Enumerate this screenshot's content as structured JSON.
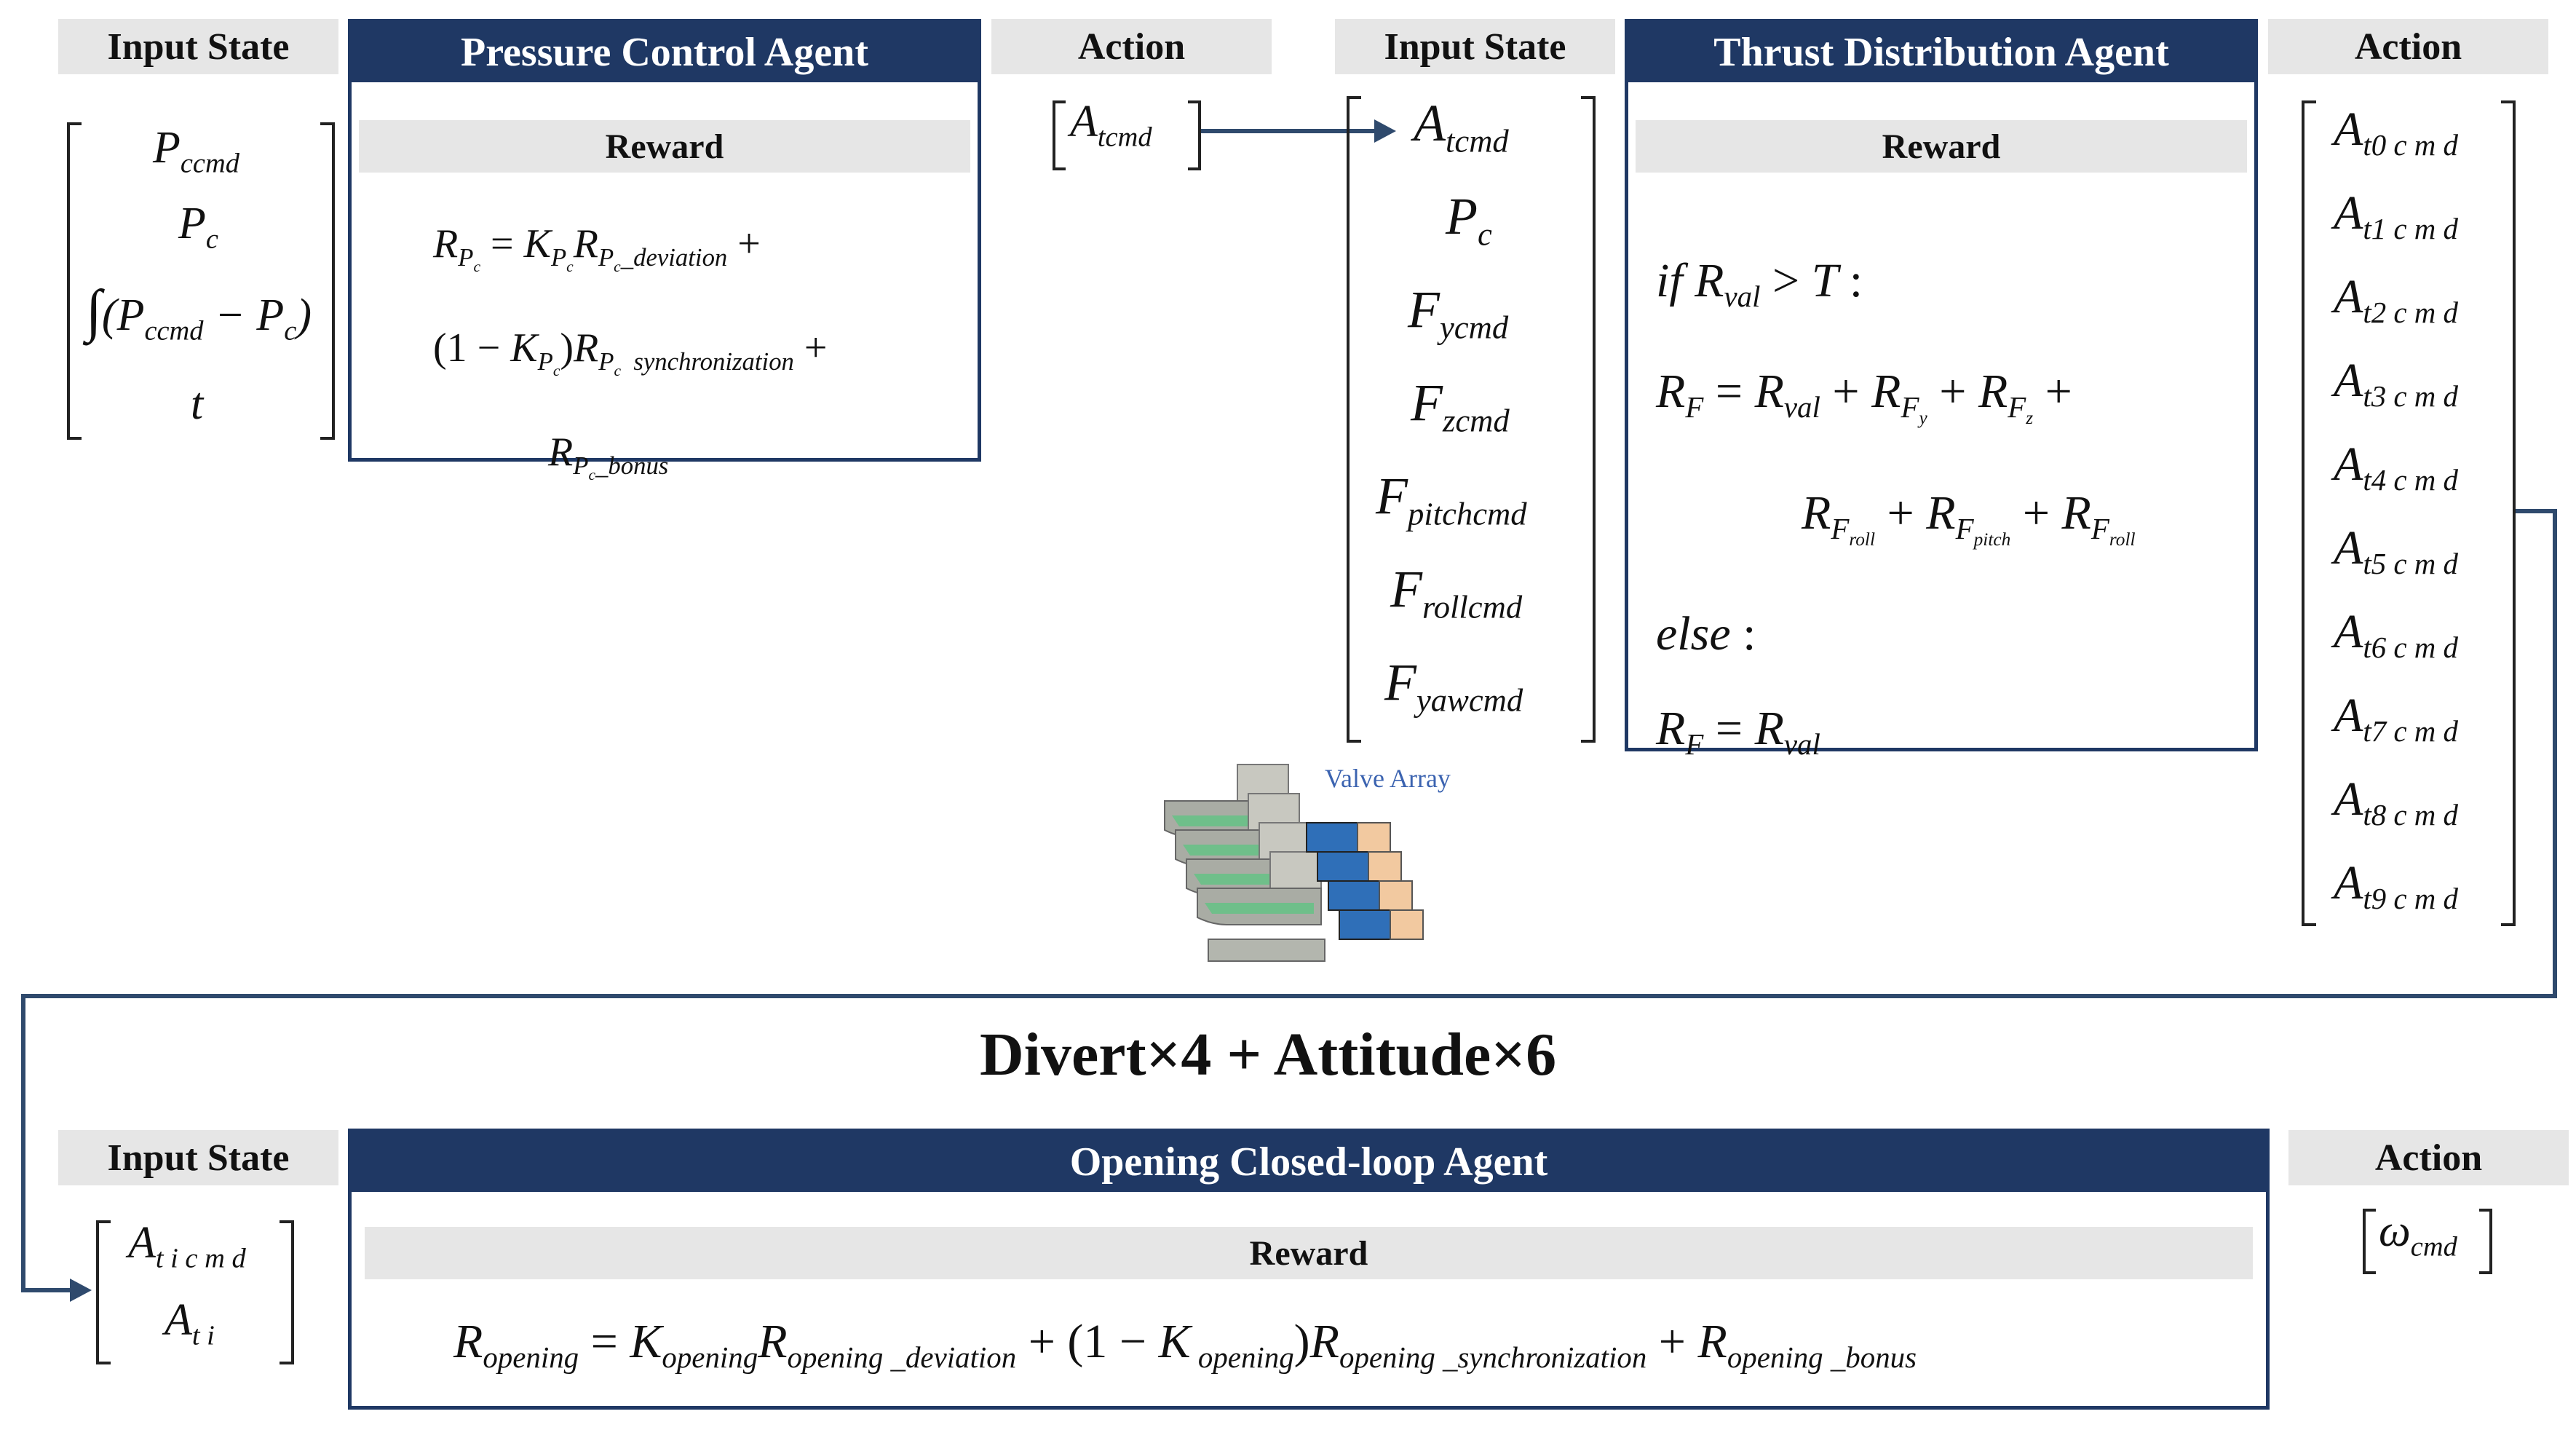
{
  "labels": {
    "input_state": "Input  State",
    "action": "Action",
    "reward": "Reward"
  },
  "pressure_agent": {
    "title": "Pressure Control Agent",
    "inputs": [
      "P_ccmd",
      "P_c",
      "∫(P_ccmd − P_c)",
      "t"
    ],
    "reward_lines": [
      "R_Pc = K_Pc R_Pc_deviation +",
      "(1 − K_Pc) R_Pc_synchronization +",
      "R_Pc_bonus"
    ],
    "action": "A_tcmd"
  },
  "thrust_agent": {
    "title": "Thrust Distribution Agent",
    "inputs": [
      "A_tcmd",
      "P_c",
      "F_ycmd",
      "F_zcmd",
      "F_pitchcmd",
      "F_rollcmd",
      "F_yawcmd"
    ],
    "reward_lines": [
      "if R_val > T :",
      "R_F = R_val + R_Fy + R_Fz +",
      "R_Froll + R_Fpitch + R_Froll",
      "else :",
      "R_F = R_val"
    ],
    "actions": [
      "A_t0cmd",
      "A_t1cmd",
      "A_t2cmd",
      "A_t3cmd",
      "A_t4cmd",
      "A_t5cmd",
      "A_t6cmd",
      "A_t7cmd",
      "A_t8cmd",
      "A_t9cmd"
    ]
  },
  "valve_array": {
    "caption": "Valve Array"
  },
  "divert_attitude": "Divert×4 + Attitude×6",
  "opening_agent": {
    "title": "Opening Closed-loop Agent",
    "inputs": [
      "A_ticmd",
      "A_ti"
    ],
    "reward": "R_opening = K_opening R_opening_deviation + (1 − K_opening) R_opening_synchronization + R_opening_bonus",
    "action": "ω_cmd"
  },
  "colors": {
    "header_navy": "#1f3864",
    "label_gray": "#e6e6e6",
    "arrow": "#2f4a6d"
  }
}
